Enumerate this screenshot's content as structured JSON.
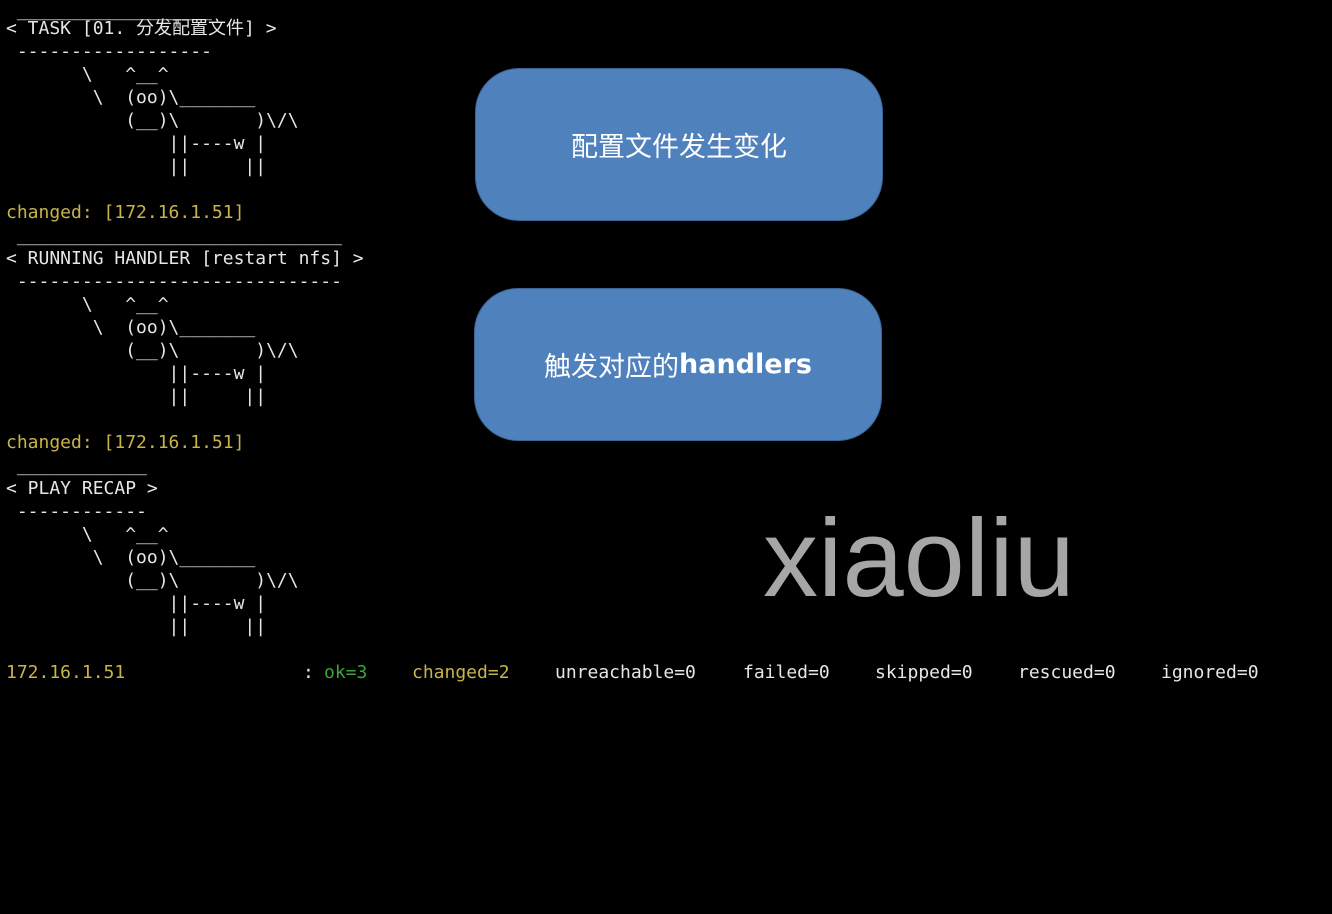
{
  "terminal": {
    "task_block": {
      "top_bar": " __________________",
      "header": "< TASK [01. 分发配置文件] >",
      "bottom_bar": " ------------------",
      "cow": [
        "       \\   ^__^",
        "        \\  (oo)\\_______",
        "           (__)\\       )\\/\\",
        "               ||----w |",
        "               ||     ||"
      ],
      "changed": "changed: [172.16.1.51]"
    },
    "handler_block": {
      "top_bar": " ______________________________",
      "header": "< RUNNING HANDLER [restart nfs] >",
      "bottom_bar": " ------------------------------",
      "cow": [
        "       \\   ^__^",
        "        \\  (oo)\\_______",
        "           (__)\\       )\\/\\",
        "               ||----w |",
        "               ||     ||"
      ],
      "changed": "changed: [172.16.1.51]"
    },
    "recap_block": {
      "top_bar": " ____________",
      "header": "< PLAY RECAP >",
      "bottom_bar": " ------------",
      "cow": [
        "       \\   ^__^",
        "        \\  (oo)\\_______",
        "           (__)\\       )\\/\\",
        "               ||----w |",
        "               ||     ||"
      ]
    },
    "recap_line": {
      "host": "172.16.1.51",
      "colon": ":",
      "ok": "ok=3",
      "changed": "changed=2",
      "unreachable": "unreachable=0",
      "failed": "failed=0",
      "skipped": "skipped=0",
      "rescued": "rescued=0",
      "ignored": "ignored=0"
    }
  },
  "annotations": {
    "box1_label": "配置文件发生变化",
    "box2_label_prefix": "触发对应的",
    "box2_label_bold": "handlers"
  },
  "watermark": "xiaoliu",
  "colors": {
    "background": "#000000",
    "terminal_text": "#e6e6e6",
    "changed_yellow": "#c8b44a",
    "ok_green": "#3aa63a",
    "box_fill": "#4f81bd",
    "watermark_gray": "#a6a6a6"
  }
}
